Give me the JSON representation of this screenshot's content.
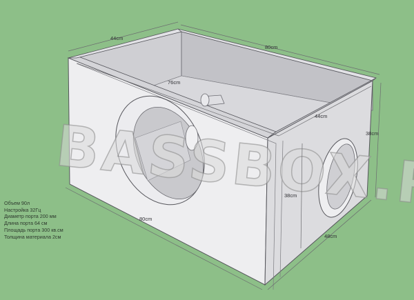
{
  "diagram": {
    "dimensions": {
      "outer_depth": "44cm",
      "outer_length_top": "80cm",
      "inner_length": "76cm",
      "inner_depth": "44cm",
      "outer_height_right": "38cm",
      "inner_height": "38cm",
      "outer_length_bottom": "80cm",
      "outer_depth_bottom": "48cm"
    },
    "watermark": "BASSBOX.RU",
    "specs": [
      "Объем 90л",
      "Настройка 32Гц",
      "Диаметр порта 200 мм",
      "Длина порта 64 см",
      "Площадь порта 300 кв.см",
      "Толщина материала 2см"
    ]
  },
  "colors": {
    "background": "#8dbf88",
    "box_front": "#eeeef0",
    "box_right": "#dcdcdf",
    "box_inner": "#c9c9cd",
    "edge": "#5a5a60"
  }
}
